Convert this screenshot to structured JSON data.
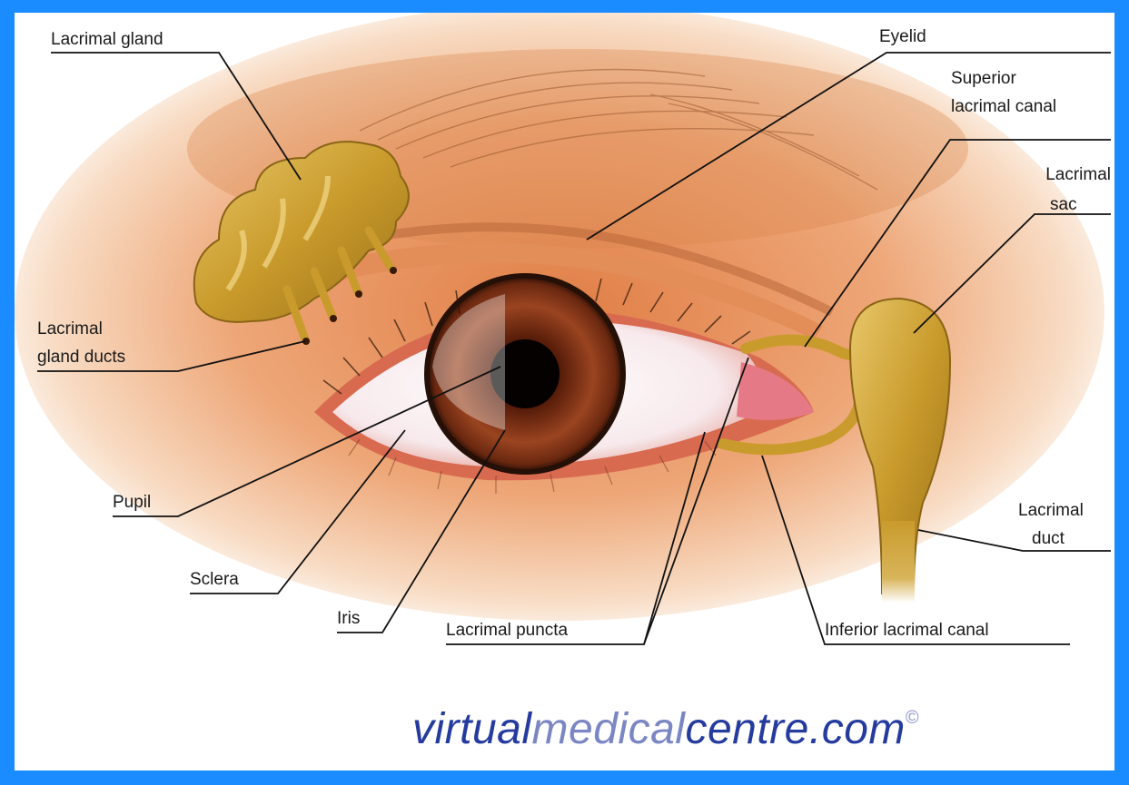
{
  "labels": {
    "lacrimal_gland": "Lacrimal gland",
    "eyelid": "Eyelid",
    "superior_canal_1": "Superior",
    "superior_canal_2": "lacrimal canal",
    "lacrimal_sac_1": "Lacrimal",
    "lacrimal_sac_2": "sac",
    "gland_ducts_1": "Lacrimal",
    "gland_ducts_2": "gland ducts",
    "pupil": "Pupil",
    "sclera": "Sclera",
    "iris": "Iris",
    "lacrimal_puncta": "Lacrimal puncta",
    "inferior_canal": "Inferior lacrimal canal",
    "lacrimal_duct_1": "Lacrimal",
    "lacrimal_duct_2": "duct"
  },
  "watermark": {
    "part1": "virtual",
    "part2": "medical",
    "part3": "centre.com",
    "copyright": "©"
  },
  "colors": {
    "frame": "#1a8cff",
    "gland": "#c9a23a",
    "iris": "#7a2f14",
    "skin": "#e2955a"
  }
}
